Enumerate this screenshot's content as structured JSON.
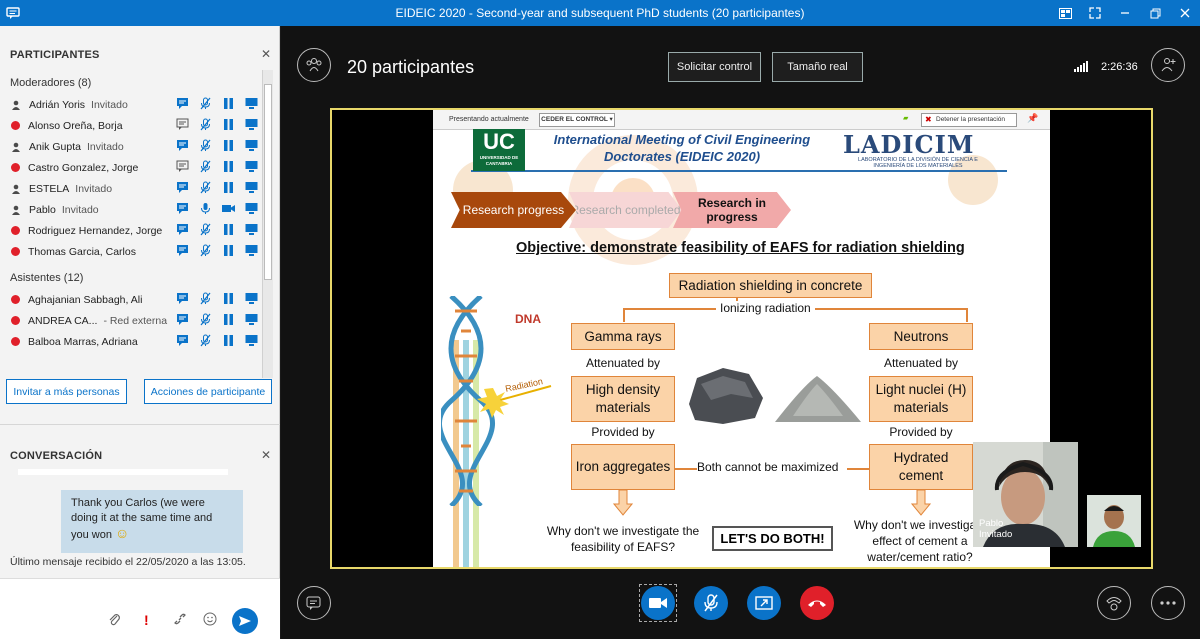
{
  "window": {
    "title": "EIDEIC 2020 - Second-year and subsequent PhD students (20 participantes)"
  },
  "colors": {
    "accent": "#0a73c9",
    "presence_offline": "#e0202a",
    "hangup": "#e0202a",
    "share_border": "#e8d86a",
    "slide_box": "#fbd3a8"
  },
  "participants_panel": {
    "title": "PARTICIPANTES",
    "moderators_label": "Moderadores (8)",
    "attendees_label": "Asistentes (12)",
    "moderators": [
      {
        "name": "Adrián Yoris",
        "role": "Invitado",
        "presence": "person"
      },
      {
        "name": "Alonso Oreña, Borja",
        "role": "",
        "presence": "red"
      },
      {
        "name": "Anik Gupta",
        "role": "Invitado",
        "presence": "person"
      },
      {
        "name": "Castro Gonzalez, Jorge",
        "role": "",
        "presence": "red"
      },
      {
        "name": "ESTELA",
        "role": "Invitado",
        "presence": "person"
      },
      {
        "name": "Pablo",
        "role": "Invitado",
        "presence": "person"
      },
      {
        "name": "Rodriguez Hernandez, Jorge",
        "role": "",
        "presence": "red"
      },
      {
        "name": "Thomas Garcia, Carlos",
        "role": "",
        "presence": "red"
      }
    ],
    "attendees": [
      {
        "name": "Aghajanian Sabbagh, Ali",
        "role": "",
        "presence": "red"
      },
      {
        "name": "ANDREA CA...",
        "role": "- Red externa",
        "presence": "red"
      },
      {
        "name": "Balboa Marras, Adriana",
        "role": "",
        "presence": "red"
      }
    ],
    "invite_button": "Invitar a más personas",
    "actions_button": "Acciones de participante"
  },
  "conversation": {
    "title": "CONVERSACIÓN",
    "message": "Thank you Carlos (we were doing it at the same time and you won",
    "emoji": "☺",
    "last_message": "Último mensaje recibido el 22/05/2020 a las 13:05."
  },
  "stage": {
    "participant_count": "20 participantes",
    "request_control": "Solicitar control",
    "actual_size": "Tamaño real",
    "timer": "2:26:36"
  },
  "presenter_bar": {
    "presenting_now": "Presentando actualmente",
    "give_control": "CEDER EL CONTROL",
    "stop_presenting": "Detener la presentación"
  },
  "slide": {
    "uc_logo": "UC",
    "uc_sub": "UNIVERSIDAD DE CANTABRIA",
    "meeting_title": "International Meeting of Civil Engineering Doctorates (EIDEIC 2020)",
    "ladicim": "LADICIM",
    "ladicim_sub": "LABORATORIO DE LA DIVISIÓN DE CIENCIA E INGENIERÍA DE LOS MATERIALES",
    "steps": [
      "Research progress",
      "Research completed",
      "Research in progress"
    ],
    "objective": "Objective: demonstrate feasibility of EAFS for radiation shielding",
    "top_box": "Radiation shielding in concrete",
    "ionizing": "Ionizing radiation",
    "dna_label": "DNA",
    "radiation_label": "Radiation",
    "left": {
      "gamma": "Gamma rays",
      "attenuated": "Attenuated by",
      "material": "High density materials",
      "provided": "Provided by",
      "source": "Iron aggregates",
      "question": "Why don't we investigate the feasibility of EAFS?"
    },
    "right": {
      "neutrons": "Neutrons",
      "attenuated": "Attenuated by",
      "material": "Light nuclei (H) materials",
      "provided": "Provided by",
      "source": "Hydrated cement",
      "question": "Why don't we investigate effect of cement a water/cement ratio?"
    },
    "both": "Both cannot be maximized",
    "lets_do": "LET'S DO BOTH!"
  },
  "video": {
    "name": "Pablo",
    "role": "Invitado"
  }
}
